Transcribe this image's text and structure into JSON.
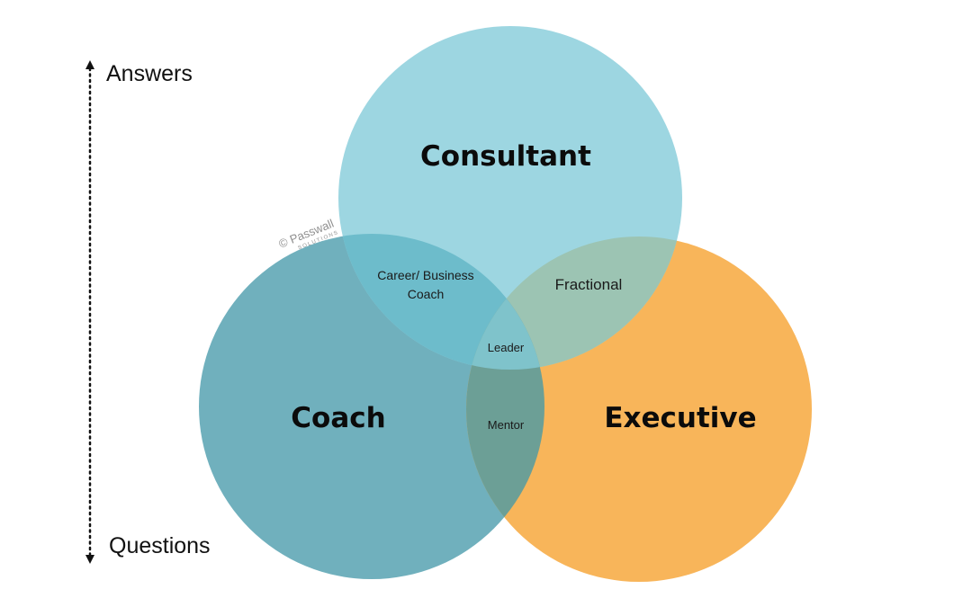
{
  "axis": {
    "top_label": "Answers",
    "bottom_label": "Questions"
  },
  "circles": {
    "consultant": {
      "label": "Consultant",
      "color": "#9dd6e1"
    },
    "coach": {
      "label": "Coach",
      "color": "#70b0bd"
    },
    "executive": {
      "label": "Executive",
      "color": "#f8b55a"
    }
  },
  "overlaps": {
    "consultant_coach_line1": "Career/ Business",
    "consultant_coach_line2": "Coach",
    "consultant_executive": "Fractional",
    "all_three": "Leader",
    "coach_executive": "Mentor"
  },
  "watermark": {
    "name": "© Passwall",
    "sub": "SOLUTIONS"
  },
  "overlap_colors": {
    "consultant_coach": "#6dbccb",
    "consultant_executive": "#9cc4b3",
    "coach_executive": "#6c9f96",
    "all_three": "#7fc3cb"
  }
}
